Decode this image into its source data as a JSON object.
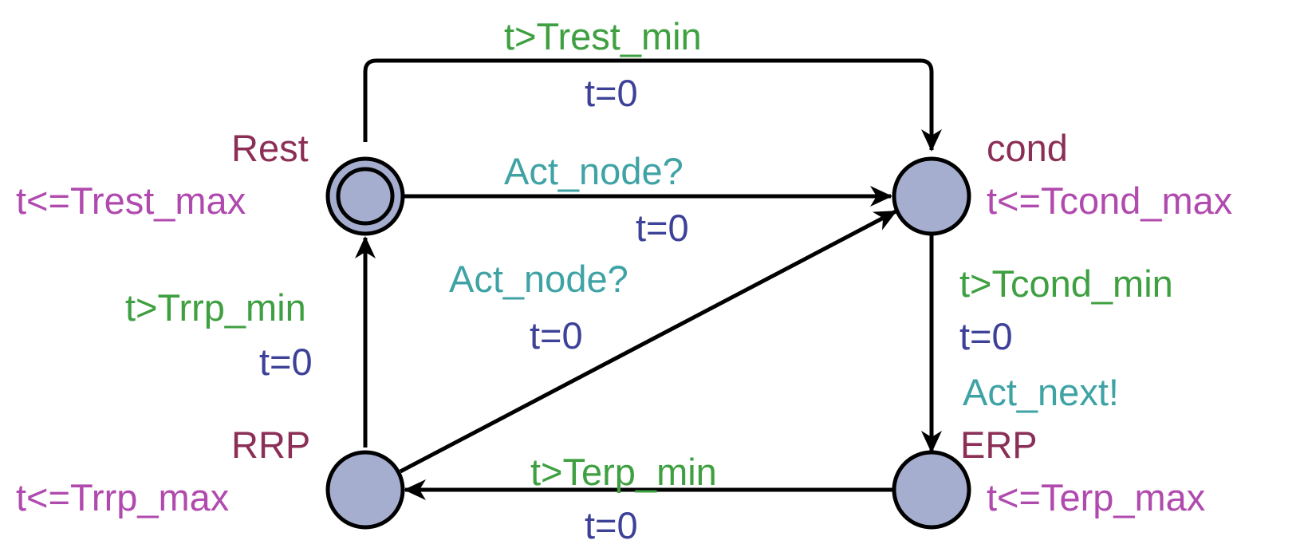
{
  "colors": {
    "background": "#ffffff",
    "edge": "#000000",
    "state_fill": "#a6aed0",
    "state_stroke": "#000000",
    "name": "#8b2f57",
    "invariant": "#b04aae",
    "guard": "#3ea040",
    "assignment": "#3d4197",
    "sync": "#3fa3a5"
  },
  "states": {
    "rest": {
      "name": "Rest",
      "invariant": "t<=Trest_max",
      "initial": true
    },
    "cond": {
      "name": "cond",
      "invariant": "t<=Tcond_max",
      "initial": false
    },
    "erp": {
      "name": "ERP",
      "invariant": "t<=Terp_max",
      "initial": false
    },
    "rrp": {
      "name": "RRP",
      "invariant": "t<=Trrp_max",
      "initial": false
    }
  },
  "edges": {
    "rest_to_cond_top": {
      "from": "Rest",
      "to": "cond",
      "guard": "t>Trest_min",
      "assignment": "t=0"
    },
    "rest_to_cond_direct": {
      "from": "Rest",
      "to": "cond",
      "sync": "Act_node?",
      "assignment": "t=0"
    },
    "rrp_to_cond": {
      "from": "RRP",
      "to": "cond",
      "sync": "Act_node?",
      "assignment": "t=0"
    },
    "cond_to_erp": {
      "from": "cond",
      "to": "ERP",
      "guard": "t>Tcond_min",
      "assignment": "t=0",
      "sync": "Act_next!"
    },
    "erp_to_rrp": {
      "from": "ERP",
      "to": "RRP",
      "guard": "t>Terp_min",
      "assignment": "t=0"
    },
    "rrp_to_rest": {
      "from": "RRP",
      "to": "Rest",
      "guard": "t>Trrp_min",
      "assignment": "t=0"
    }
  }
}
